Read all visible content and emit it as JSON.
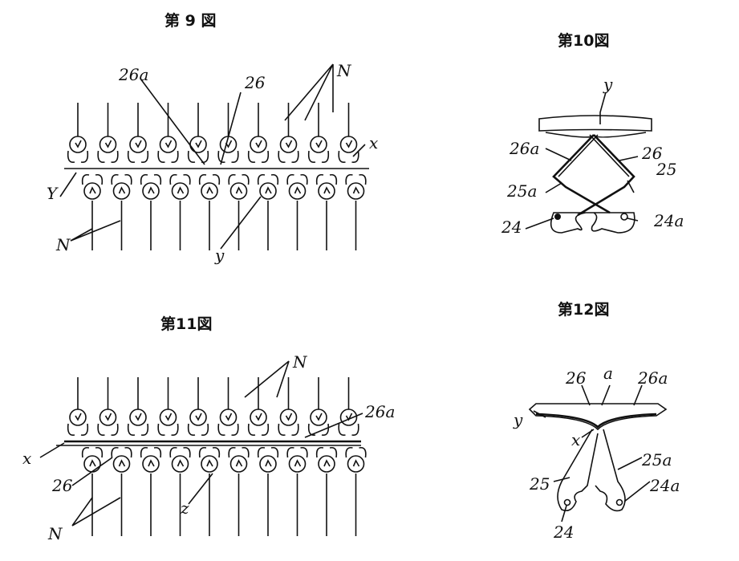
{
  "figures": [
    {
      "caption": "第 9 図",
      "labels": {
        "l26a": "26a",
        "l26": "26",
        "N_top": "N",
        "x": "x",
        "Y": "Y",
        "N_bottom": "N",
        "y": "y"
      }
    },
    {
      "caption": "第10図",
      "labels": {
        "y": "y",
        "l26a": "26a",
        "l26": "26",
        "l25a": "25a",
        "l25": "25",
        "l24": "24",
        "l24a": "24a"
      }
    },
    {
      "caption": "第11図",
      "labels": {
        "N_top": "N",
        "l26a": "26a",
        "x": "x",
        "l26": "26",
        "N_bottom": "N",
        "z": "z"
      }
    },
    {
      "caption": "第12図",
      "labels": {
        "l26": "26",
        "a": "a",
        "l26a": "26a",
        "y": "y",
        "x": "x",
        "l25": "25",
        "l25a": "25a",
        "l24": "24",
        "l24a": "24a"
      }
    }
  ],
  "colors": {
    "ink": "#111111",
    "paper": "#ffffff"
  }
}
